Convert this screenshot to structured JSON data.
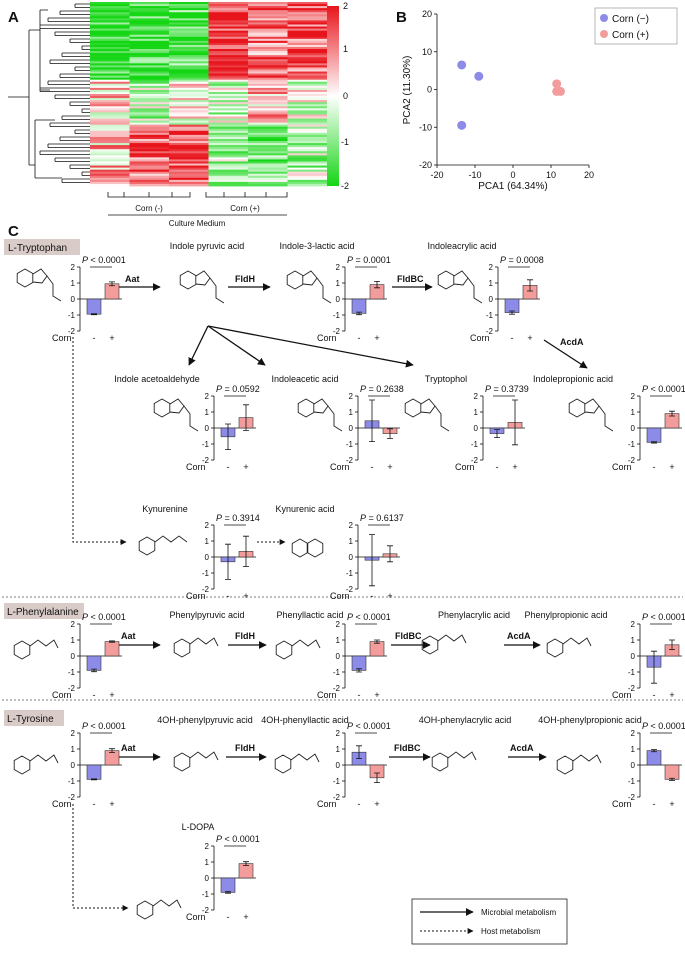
{
  "panels": {
    "a": {
      "letter": "A",
      "colorbar_ticks": [
        "2",
        "1",
        "0",
        "-1",
        "-2"
      ],
      "xaxis_groups": [
        "Corn (-)",
        "Corn (+)"
      ],
      "xaxis_title": "Culture Medium",
      "colors": {
        "high": "#e8141c",
        "mid": "#ffffff",
        "low": "#14d614"
      }
    },
    "b": {
      "letter": "B",
      "xlabel": "PCA1 (64.34%)",
      "ylabel": "PCA2 (11.30%)",
      "legend": [
        "Corn (−)",
        "Corn (+)"
      ],
      "colors": {
        "minus": "#8c8ce8",
        "plus": "#f29c9c"
      }
    },
    "c": {
      "letter": "C",
      "bar_colors": {
        "minus": "#8c8ce8",
        "plus": "#f29c9c"
      },
      "group_label": "Corn",
      "tick_minus": "-",
      "tick_plus": "+"
    }
  },
  "sections": [
    "L-Tryptophan",
    "L-Phenylalanine",
    "L-Tyrosine"
  ],
  "enzymes": [
    "Aat",
    "FldH",
    "FldBC",
    "AcdA",
    "Aat",
    "FldH",
    "FldBC",
    "AcdA",
    "Aat",
    "FldH",
    "FldBC",
    "AcdA"
  ],
  "metabolites": [
    "Indole pyruvic acid",
    "Indole-3-lactic acid",
    "Indoleacrylic acid",
    "Indole acetoaldehyde",
    "Indoleacetic acid",
    "Tryptophol",
    "Indolepropionic acid",
    "Kynurenine",
    "Kynurenic acid",
    "Phenylpyruvic acid",
    "Phenyllactic acid",
    "Phenylacrylic acid",
    "Phenylpropionic acid",
    "4OH-phenylpyruvic acid",
    "4OH-phenyllactic acid",
    "4OH-phenylacrylic acid",
    "4OH-phenylpropionic acid",
    "L-DOPA"
  ],
  "legend": {
    "microbial": "Microbial metabolism",
    "host": "Host metabolism"
  },
  "chart_data": [
    {
      "type": "scatter",
      "title": "B",
      "xlabel": "PCA1 (64.34%)",
      "ylabel": "PCA2 (11.30%)",
      "xlim": [
        -20,
        20
      ],
      "ylim": [
        -20,
        20
      ],
      "xticks": [
        "-20",
        "-10",
        "0",
        "10",
        "20"
      ],
      "yticks": [
        "20",
        "10",
        "0",
        "-10",
        "-20"
      ],
      "series": [
        {
          "name": "Corn (−)",
          "x": [
            -13.5,
            -9,
            -13.5
          ],
          "y": [
            6.5,
            3.5,
            -9.5
          ]
        },
        {
          "name": "Corn (+)",
          "x": [
            11.5,
            11.5,
            12.5
          ],
          "y": [
            1.5,
            -0.5,
            -0.5
          ]
        }
      ]
    },
    {
      "type": "bar",
      "metabolite": "L-Tryptophan",
      "p_value": "< 0.0001",
      "categories": [
        "-",
        "+"
      ],
      "values": [
        -0.95,
        0.95
      ],
      "errors": [
        0.03,
        0.12
      ],
      "ylim": [
        -2,
        2
      ],
      "yticks": [
        "2",
        "1",
        "0",
        "-1",
        "-2"
      ]
    },
    {
      "type": "bar",
      "metabolite": "Indole-3-lactic acid",
      "p_value": "= 0.0001",
      "categories": [
        "-",
        "+"
      ],
      "values": [
        -0.9,
        0.9
      ],
      "errors": [
        0.08,
        0.2
      ],
      "ylim": [
        -2,
        2
      ],
      "yticks": [
        "2",
        "1",
        "0",
        "-1",
        "-2"
      ]
    },
    {
      "type": "bar",
      "metabolite": "Indoleacrylic acid",
      "p_value": "= 0.0008",
      "categories": [
        "-",
        "+"
      ],
      "values": [
        -0.85,
        0.85
      ],
      "errors": [
        0.1,
        0.35
      ],
      "ylim": [
        -2,
        2
      ],
      "yticks": [
        "2",
        "1",
        "0",
        "-1",
        "-2"
      ]
    },
    {
      "type": "bar",
      "metabolite": "Indole acetoaldehyde",
      "p_value": "= 0.0592",
      "categories": [
        "-",
        "+"
      ],
      "values": [
        -0.55,
        0.65
      ],
      "errors": [
        0.8,
        0.8
      ],
      "ylim": [
        -2,
        2
      ],
      "yticks": [
        "2",
        "1",
        "0",
        "-1",
        "-2"
      ]
    },
    {
      "type": "bar",
      "metabolite": "Indoleacetic acid",
      "p_value": "= 0.2638",
      "categories": [
        "-",
        "+"
      ],
      "values": [
        0.45,
        -0.35
      ],
      "errors": [
        1.3,
        0.3
      ],
      "ylim": [
        -2,
        2
      ],
      "yticks": [
        "2",
        "1",
        "0",
        "-1",
        "-2"
      ]
    },
    {
      "type": "bar",
      "metabolite": "Tryptophol",
      "p_value": "= 0.3739",
      "categories": [
        "-",
        "+"
      ],
      "values": [
        -0.35,
        0.35
      ],
      "errors": [
        0.25,
        1.4
      ],
      "ylim": [
        -2,
        2
      ],
      "yticks": [
        "2",
        "1",
        "0",
        "-1",
        "-2"
      ]
    },
    {
      "type": "bar",
      "metabolite": "Indolepropionic acid",
      "p_value": "< 0.0001",
      "categories": [
        "-",
        "+"
      ],
      "values": [
        -0.9,
        0.9
      ],
      "errors": [
        0.04,
        0.15
      ],
      "ylim": [
        -2,
        2
      ],
      "yticks": [
        "2",
        "1",
        "0",
        "-1",
        "-2"
      ]
    },
    {
      "type": "bar",
      "metabolite": "Kynurenine",
      "p_value": "= 0.3914",
      "categories": [
        "-",
        "+"
      ],
      "values": [
        -0.3,
        0.35
      ],
      "errors": [
        1.1,
        0.95
      ],
      "ylim": [
        -2,
        2
      ],
      "yticks": [
        "2",
        "1",
        "0",
        "-1",
        "-2"
      ]
    },
    {
      "type": "bar",
      "metabolite": "Kynurenic acid",
      "p_value": "= 0.6137",
      "categories": [
        "-",
        "+"
      ],
      "values": [
        -0.2,
        0.2
      ],
      "errors": [
        1.6,
        0.5
      ],
      "ylim": [
        -2,
        2
      ],
      "yticks": [
        "2",
        "1",
        "0",
        "-1",
        "-2"
      ]
    },
    {
      "type": "bar",
      "metabolite": "L-Phenylalanine",
      "p_value": "< 0.0001",
      "categories": [
        "-",
        "+"
      ],
      "values": [
        -0.9,
        0.9
      ],
      "errors": [
        0.08,
        0.04
      ],
      "ylim": [
        -2,
        2
      ],
      "yticks": [
        "2",
        "1",
        "0",
        "-1",
        "-2"
      ]
    },
    {
      "type": "bar",
      "metabolite": "Phenyllactic acid",
      "p_value": "< 0.0001",
      "categories": [
        "-",
        "+"
      ],
      "values": [
        -0.9,
        0.9
      ],
      "errors": [
        0.1,
        0.1
      ],
      "ylim": [
        -2,
        2
      ],
      "yticks": [
        "2",
        "1",
        "0",
        "-1",
        "-2"
      ]
    },
    {
      "type": "bar",
      "metabolite": "Phenylpropionic acid",
      "p_value": "< 0.0001",
      "categories": [
        "-",
        "+"
      ],
      "values": [
        -0.7,
        0.7
      ],
      "errors": [
        1.0,
        0.3
      ],
      "ylim": [
        -2,
        2
      ],
      "yticks": [
        "2",
        "1",
        "0",
        "-1",
        "-2"
      ]
    },
    {
      "type": "bar",
      "metabolite": "L-Tyrosine",
      "p_value": "< 0.0001",
      "categories": [
        "-",
        "+"
      ],
      "values": [
        -0.9,
        0.9
      ],
      "errors": [
        0.03,
        0.12
      ],
      "ylim": [
        -2,
        2
      ],
      "yticks": [
        "2",
        "1",
        "0",
        "-1",
        "-2"
      ]
    },
    {
      "type": "bar",
      "metabolite": "4OH-phenyllactic acid",
      "p_value": "< 0.0001",
      "categories": [
        "-",
        "+"
      ],
      "values": [
        0.8,
        -0.8
      ],
      "errors": [
        0.4,
        0.3
      ],
      "ylim": [
        -2,
        2
      ],
      "yticks": [
        "2",
        "1",
        "0",
        "-1",
        "-2"
      ]
    },
    {
      "type": "bar",
      "metabolite": "4OH-phenylpropionic acid",
      "p_value": "< 0.0001",
      "categories": [
        "-",
        "+"
      ],
      "values": [
        0.9,
        -0.9
      ],
      "errors": [
        0.07,
        0.07
      ],
      "ylim": [
        -2,
        2
      ],
      "yticks": [
        "2",
        "1",
        "0",
        "-1",
        "-2"
      ]
    },
    {
      "type": "bar",
      "metabolite": "L-DOPA",
      "p_value": "< 0.0001",
      "categories": [
        "-",
        "+"
      ],
      "values": [
        -0.9,
        0.9
      ],
      "errors": [
        0.05,
        0.12
      ],
      "ylim": [
        -2,
        2
      ],
      "yticks": [
        "2",
        "1",
        "0",
        "-1",
        "-2"
      ]
    }
  ]
}
